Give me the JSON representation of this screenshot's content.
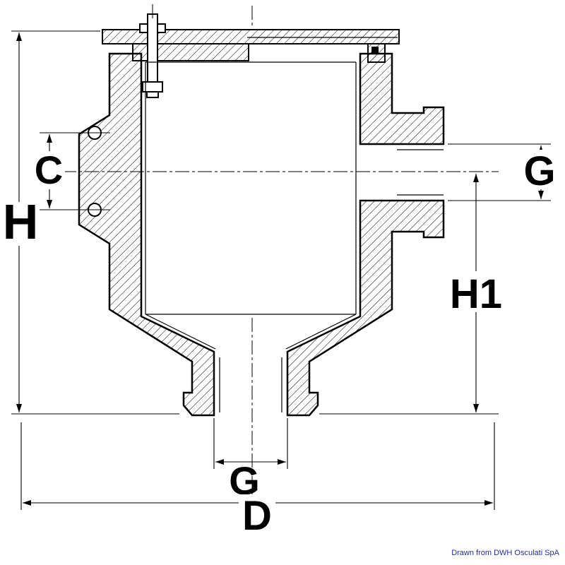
{
  "labels": {
    "overall_height": "H",
    "bracket_hole_spacing": "C",
    "side_port_thread": "G",
    "inlet_height": "H1",
    "bottom_port_thread": "G",
    "overall_width": "D"
  },
  "credit": "Drawn from DWH Osculati SpA",
  "colors": {
    "line": "#000000",
    "credit_text": "#2a2aad",
    "background": "#ffffff"
  }
}
